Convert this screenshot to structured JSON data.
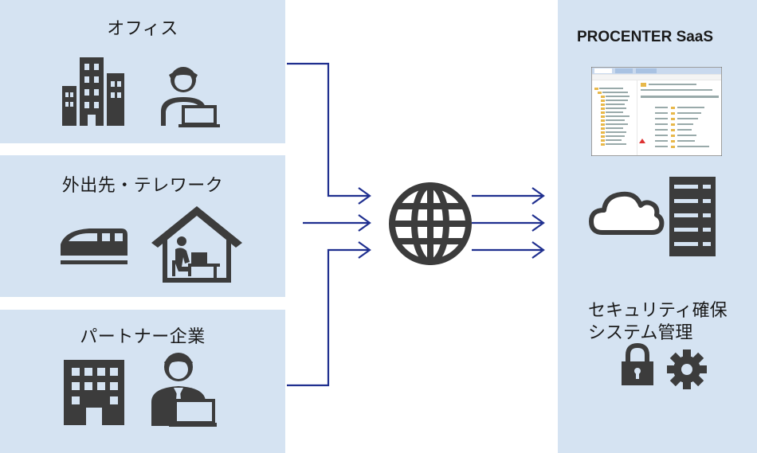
{
  "colors": {
    "panel_bg": "#d5e3f2",
    "icon_fill": "#3c3c3c",
    "arrow": "#1f2f8f",
    "white": "#ffffff"
  },
  "left_panels": [
    {
      "title": "オフィス",
      "icons": [
        "office-building-icon",
        "office-worker-icon"
      ]
    },
    {
      "title": "外出先・テレワーク",
      "icons": [
        "bullet-train-icon",
        "telework-house-icon"
      ]
    },
    {
      "title": "パートナー企業",
      "icons": [
        "partner-building-icon",
        "business-person-icon"
      ]
    }
  ],
  "center": {
    "icon": "globe-icon"
  },
  "right_panel": {
    "title": "PROCENTER SaaS",
    "screenshot_icon": "app-screenshot-icon",
    "cloud_icon": "cloud-icon",
    "server_icon": "server-icon",
    "security_text_line1": "セキュリティ確保",
    "security_text_line2": "システム管理",
    "lock_icon": "lock-icon",
    "gear_icon": "gear-icon"
  }
}
